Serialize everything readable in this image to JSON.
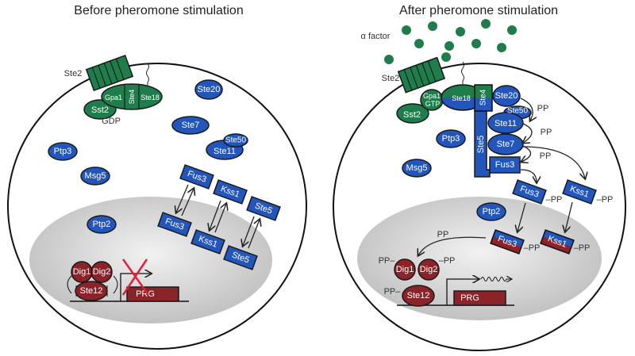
{
  "panels": {
    "before": {
      "title": "Before pheromone stimulation",
      "ste2": "Ste2",
      "gpa1": "Gpa1",
      "ste4": "Ste4",
      "ste18": "Ste18",
      "sst2": "Sst2",
      "gdp": "GDP",
      "ste20": "Ste20",
      "ste7": "Ste7",
      "ste50": "Ste50",
      "ste11": "Ste11",
      "ptp3": "Ptp3",
      "msg5": "Msg5",
      "ptp2": "Ptp2",
      "fus3": "Fus3",
      "kss1": "Kss1",
      "ste5": "Ste5",
      "dig1": "Dig1",
      "dig2": "Dig2",
      "ste12": "Ste12",
      "prg": "PRG"
    },
    "after": {
      "title": "After pheromone stimulation",
      "alpha_factor": "α factor",
      "ste2": "Ste2",
      "gpa1": "Gpa1",
      "gtp": "GTP",
      "sst2": "Sst2",
      "ste18": "Ste18",
      "ste4": "Ste4",
      "ste5": "Ste5",
      "ste20": "Ste20",
      "ste50": "Ste50",
      "ste11": "Ste11",
      "ste7": "Ste7",
      "fus3": "Fus3",
      "kss1": "Kss1",
      "ptp3": "Ptp3",
      "msg5": "Msg5",
      "ptp2": "Ptp2",
      "pp": "PP",
      "pp_dash": "–PP",
      "pp_left": "PP–",
      "dig1": "Dig1",
      "dig2": "Dig2",
      "ste12": "Ste12",
      "prg": "PRG"
    }
  },
  "colors": {
    "protein_blue": "#2356bd",
    "g_protein_green": "#1f7d4b",
    "nuclear_red": "#8c2328",
    "inhibition_x": "#e0203a"
  }
}
